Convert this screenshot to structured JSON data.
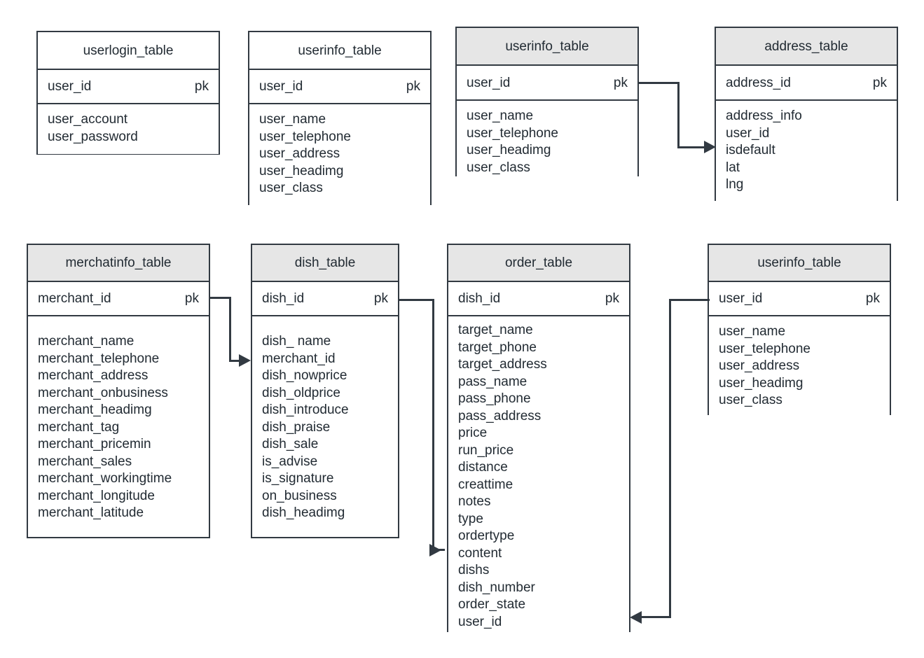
{
  "diagram": {
    "title": "database-er-diagram",
    "colors": {
      "border": "#323a42",
      "header_shaded": "#e6e6e6",
      "header_plain": "#ffffff",
      "text": "#222b33",
      "background": "#ffffff"
    },
    "pk_label": "pk"
  },
  "entities": [
    {
      "id": "userlogin_table",
      "name": "userlogin_table",
      "shaded": false,
      "pk": {
        "name": "user_id",
        "tag": "pk"
      },
      "fields": [
        "user_account",
        "user_password"
      ]
    },
    {
      "id": "userinfo_table_1",
      "name": "userinfo_table",
      "shaded": false,
      "pk": {
        "name": "user_id",
        "tag": "pk"
      },
      "fields": [
        "user_name",
        "user_telephone",
        "user_address",
        "user_headimg",
        "user_class"
      ]
    },
    {
      "id": "userinfo_table_2",
      "name": "userinfo_table",
      "shaded": true,
      "pk": {
        "name": "user_id",
        "tag": "pk"
      },
      "fields": [
        "user_name",
        "user_telephone",
        "user_headimg",
        "user_class"
      ]
    },
    {
      "id": "address_table",
      "name": "address_table",
      "shaded": true,
      "pk": {
        "name": "address_id",
        "tag": "pk"
      },
      "fields": [
        "address_info",
        "user_id",
        "isdefault",
        "lat",
        "lng"
      ]
    },
    {
      "id": "merchatinfo_table",
      "name": "merchatinfo_table",
      "shaded": true,
      "pk": {
        "name": "merchant_id",
        "tag": "pk"
      },
      "fields": [
        "merchant_name",
        "merchant_telephone",
        "merchant_address",
        "merchant_onbusiness",
        "merchant_headimg",
        "merchant_tag",
        "merchant_pricemin",
        "merchant_sales",
        "merchant_workingtime",
        "merchant_longitude",
        "merchant_latitude"
      ]
    },
    {
      "id": "dish_table",
      "name": "dish_table",
      "shaded": true,
      "pk": {
        "name": "dish_id",
        "tag": "pk"
      },
      "fields": [
        "dish_ name",
        "merchant_id",
        "dish_nowprice",
        "dish_oldprice",
        "dish_introduce",
        "dish_praise",
        "dish_sale",
        "is_advise",
        "is_signature",
        "on_business",
        "dish_headimg"
      ]
    },
    {
      "id": "order_table",
      "name": "order_table",
      "shaded": true,
      "pk": {
        "name": "dish_id",
        "tag": "pk"
      },
      "fields": [
        "target_name",
        "target_phone",
        "target_address",
        "pass_name",
        "pass_phone",
        "pass_address",
        "price",
        "run_price",
        "distance",
        "creattime",
        "notes",
        "type",
        "ordertype",
        "content",
        "dishs",
        "dish_number",
        "order_state",
        "user_id"
      ]
    },
    {
      "id": "userinfo_table_3",
      "name": "userinfo_table",
      "shaded": true,
      "pk": {
        "name": "user_id",
        "tag": "pk"
      },
      "fields": [
        "user_name",
        "user_telephone",
        "user_address",
        "user_headimg",
        "user_class"
      ]
    }
  ],
  "relationships": [
    {
      "id": "rel-userinfo-address",
      "from": "userinfo_table_2.user_id",
      "to": "address_table.user_id",
      "direction": "right"
    },
    {
      "id": "rel-merchant-dish",
      "from": "merchatinfo_table.merchant_id",
      "to": "dish_table.merchant_id",
      "direction": "right"
    },
    {
      "id": "rel-dish-order",
      "from": "dish_table.dish_id",
      "to": "order_table.content",
      "direction": "right"
    },
    {
      "id": "rel-userinfo-order",
      "from": "userinfo_table_3.user_id",
      "to": "order_table.user_id",
      "direction": "left"
    }
  ]
}
